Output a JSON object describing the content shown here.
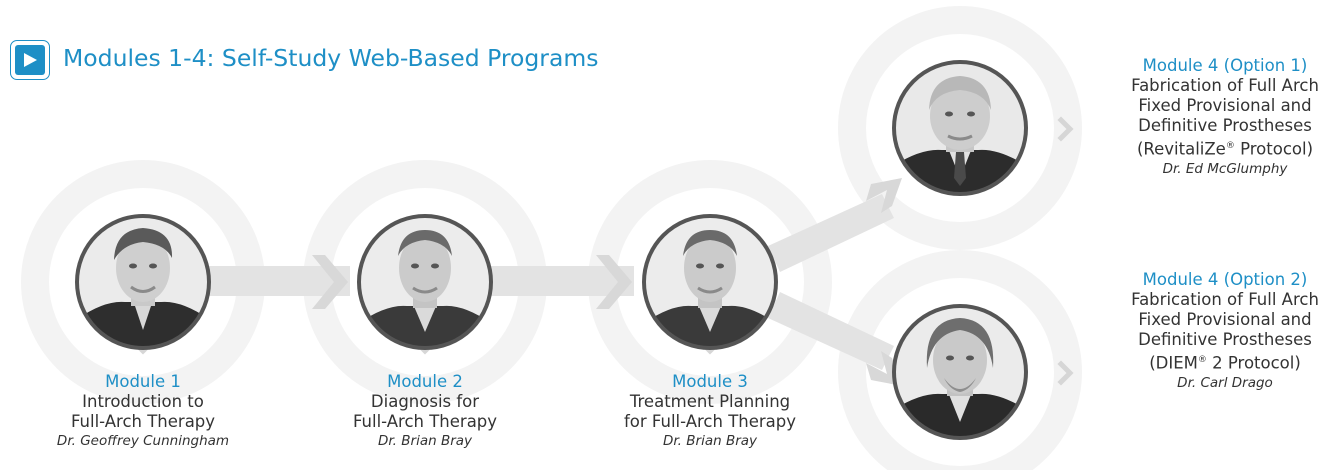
{
  "header": {
    "title": "Modules 1-4: Self-Study Web-Based Programs",
    "play_icon": "play-icon"
  },
  "colors": {
    "accent": "#1e8fc6",
    "text": "#333333",
    "arrow": "#e3e3e3",
    "halo": "#f2f2f2",
    "portrait_border": "#555555"
  },
  "modules": [
    {
      "title": "Module 1",
      "lines": [
        "Introduction to",
        "Full-Arch Therapy"
      ],
      "author": "Dr. Geoffrey Cunningham"
    },
    {
      "title": "Module 2",
      "lines": [
        "Diagnosis for",
        "Full-Arch Therapy"
      ],
      "author": "Dr. Brian Bray"
    },
    {
      "title": "Module 3",
      "lines": [
        "Treatment Planning",
        "for Full-Arch Therapy"
      ],
      "author": "Dr. Brian Bray"
    },
    {
      "title": "Module 4 (Option 1)",
      "lines": [
        "Fabrication of Full Arch",
        "Fixed Provisional and",
        "Definitive Prostheses",
        "(RevitaliZe",
        "®",
        " Protocol)"
      ],
      "author": "Dr. Ed McGlumphy"
    },
    {
      "title": "Module 4 (Option 2)",
      "lines": [
        "Fabrication of Full Arch",
        "Fixed Provisional and",
        "Definitive Prostheses",
        "(DIEM",
        "®",
        " 2 Protocol)"
      ],
      "author": "Dr. Carl Drago"
    }
  ]
}
